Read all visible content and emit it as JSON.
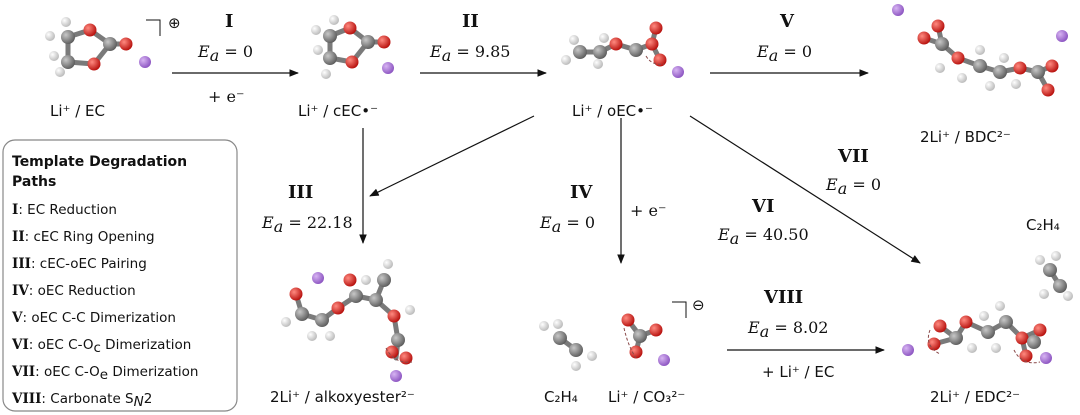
{
  "species": {
    "li_ec": "Li⁺ / EC",
    "li_cec": "Li⁺ / cEC•⁻",
    "li_oec": "Li⁺ / oEC•⁻",
    "bdc": "2Li⁺ / BDC²⁻",
    "alkoxyester": "2Li⁺ / alkoxyester²⁻",
    "c2h4_left": "C₂H₄",
    "li_co3": "Li⁺ / CO₃²⁻",
    "c2h4_right": "C₂H₄",
    "edc": "2Li⁺ / EDC²⁻"
  },
  "charges": {
    "li_ec": "⊕",
    "li_co3": "⊖"
  },
  "steps": [
    {
      "id": "I",
      "ea_value": "0",
      "extra": "+ e⁻"
    },
    {
      "id": "II",
      "ea_value": "9.85",
      "extra": ""
    },
    {
      "id": "III",
      "ea_value": "22.18",
      "extra": ""
    },
    {
      "id": "IV",
      "ea_value": "0",
      "extra": "+ e⁻"
    },
    {
      "id": "V",
      "ea_value": "0",
      "extra": ""
    },
    {
      "id": "VI",
      "ea_value": "40.50",
      "extra": ""
    },
    {
      "id": "VII",
      "ea_value": "0",
      "extra": ""
    },
    {
      "id": "VIII",
      "ea_value": "8.02",
      "extra": "+ Li⁺ / EC"
    }
  ],
  "ea_symbol": "E",
  "ea_subscript": "a",
  "legend": {
    "title_line1": "Template Degradation",
    "title_line2": "Paths",
    "items": [
      {
        "key": "I",
        "text": ": EC Reduction"
      },
      {
        "key": "II",
        "text": ": cEC Ring Opening"
      },
      {
        "key": "III",
        "text": ": cEC-oEC Pairing"
      },
      {
        "key": "IV",
        "text": ": oEC Reduction"
      },
      {
        "key": "V",
        "text": ": oEC C-C Dimerization"
      },
      {
        "key": "VI",
        "text": ": oEC C-O",
        "sub": "c",
        "tail": " Dimerization"
      },
      {
        "key": "VII",
        "text": ": oEC C-O",
        "sub": "e",
        "tail": " Dimerization"
      },
      {
        "key": "VIII",
        "text": ": Carbonate S",
        "sub": "N",
        "tail": "2"
      }
    ]
  },
  "colors": {
    "carbon": "#7a7a7a",
    "oxygen": "#e0201a",
    "hydrogen": "#e6e6e6",
    "lithium": "#a86fd6"
  }
}
